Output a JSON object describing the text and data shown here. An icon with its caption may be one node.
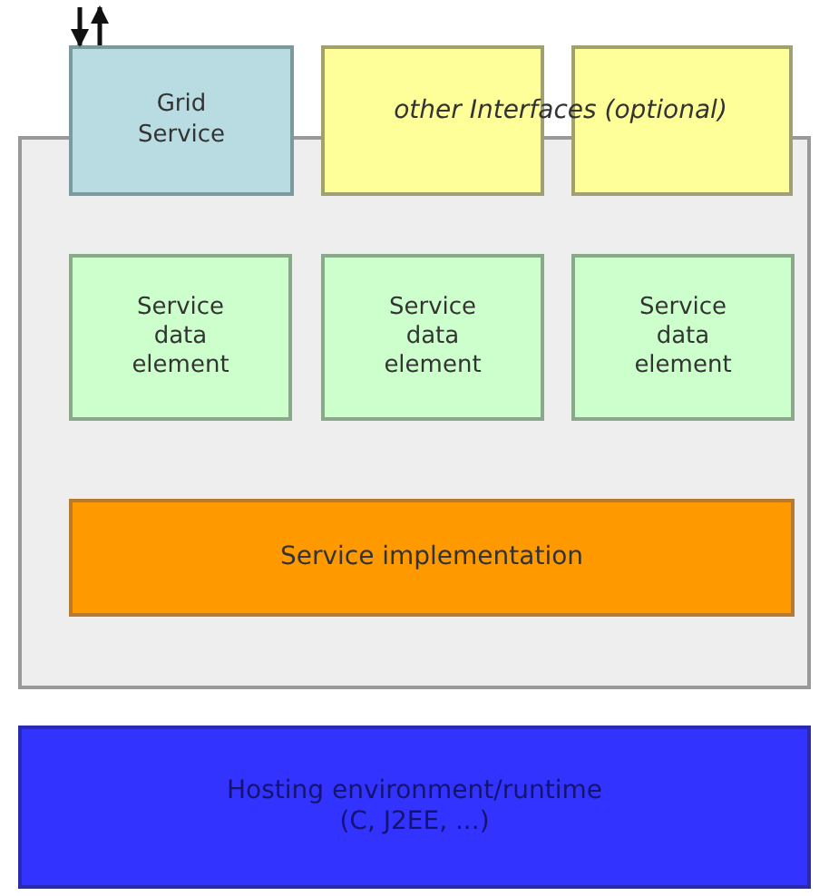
{
  "diagram": {
    "nodes": [
      {
        "text": [],
        "shape": "box"
      },
      {
        "text": [
          "Grid Service"
        ]
      },
      {
        "text": [
          "other Interfaces (optional)"
        ]
      },
      {
        "text": [],
        "shape": "box"
      },
      {
        "text": [
          "Service data element"
        ],
        "in": 0
      },
      {
        "text": [
          "Service data element"
        ],
        "in": 0
      },
      {
        "text": [
          "Service data element"
        ],
        "in": 0
      },
      {
        "text": [
          "Service implementation"
        ],
        "in": 0
      },
      {
        "text": [
          "Hosting environment/runtime (C, J2EE, ...)"
        ]
      }
    ],
    "edges": [
      {
        "from": null,
        "to": 1,
        "arrow": "to"
      },
      {
        "from": 1,
        "to": null,
        "arrow": "to"
      }
    ]
  }
}
